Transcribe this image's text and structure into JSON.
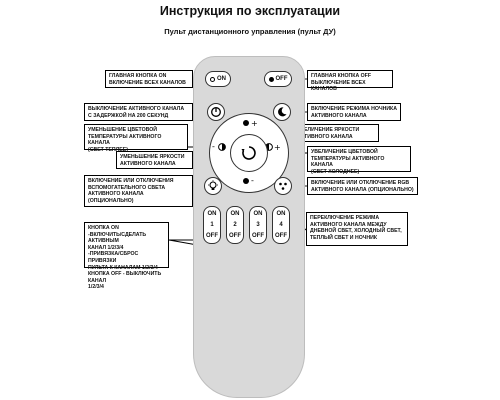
{
  "header": {
    "title": "Инструкция по эксплуатации",
    "subtitle": "Пульт дистанционного управления (пульт ДУ)"
  },
  "remote": {
    "on_label": "ON",
    "off_label": "OFF",
    "channels": [
      {
        "on": "ON",
        "num": "1",
        "off": "OFF"
      },
      {
        "on": "ON",
        "num": "2",
        "off": "OFF"
      },
      {
        "on": "ON",
        "num": "3",
        "off": "OFF"
      },
      {
        "on": "ON",
        "num": "4",
        "off": "OFF"
      }
    ]
  },
  "callouts": {
    "main_on": "ГЛАВНАЯ КНОПКА ON\nВКЛЮЧЕНИЕ ВСЕХ КАНАЛОВ",
    "main_off": "ГЛАВНАЯ КНОПКА OFF\nВЫКЛЮЧЕНИЕ ВСЕХ КАНАЛОВ",
    "timer_off": "ВЫКЛЮЧЕНИЕ АКТИВНОГО КАНАЛА\nС ЗАДЕРЖКОЙ НА 200 СЕКУНД",
    "night": "ВКЛЮЧЕНИЕ РЕЖИМА НОЧНИКА\nАКТИВНОГО КАНАЛА",
    "temp_down": "УМЕНЬШЕНИЕ ЦВЕТОВОЙ\nТЕМПЕРАТУРЫ АКТИВНОГО КАНАЛА\n(СВЕТ ТЕПЛЕЕ)",
    "bright_up": "УВЕЛИЧЕНИЕ ЯРКОСТИ\nАКТИВНОГО КАНАЛА",
    "bright_down": "УМЕНЬШЕНИЕ ЯРКОСТИ\nАКТИВНОГО КАНАЛА",
    "temp_up": "УВЕЛИЧЕНИЕ ЦВЕТОВОЙ\nТЕМПЕРАТУРЫ АКТИВНОГО КАНАЛА\n(СВЕТ ХОЛОДНЕЕ)",
    "aux": "ВКЛЮЧЕНИЕ ИЛИ ОТКЛЮЧЕНИЯ\nВСПОМОГАТЕЛЬНОГО СВЕТА\nАКТИВНОГО КАНАЛА\n(ОПЦИОНАЛЬНО)",
    "rgb": "ВКЛЮЧЕНИЕ ИЛИ ОТКЛЮЧЕНИЕ RGB\nАКТИВНОГО КАНАЛА (ОПЦИОНАЛЬНО)",
    "channels": "КНОПКА ON\n-ВКЛЮЧИТЬ/СДЕЛАТЬ АКТИВНЫМ\nКАНАЛ 1/2/3/4\n-ПРИВЯЗКА/СБРОС ПРИВЯЗКИ\nПУЛЬТА К КАНАЛАМ 1/2/3/4\nКНОПКА OFF - ВЫКЛЮЧИТЬ КАНАЛ\n1/2/3/4",
    "mode": "ПЕРЕКЛЮЧЕНИЕ РЕЖИМА\nАКТИВНОГО КАНАЛА МЕЖДУ\nДНЕВНОЙ СВЕТ, ХОЛОДНЫЙ СВЕТ,\nТЕПЛЫЙ СВЕТ И НОЧНИК"
  }
}
